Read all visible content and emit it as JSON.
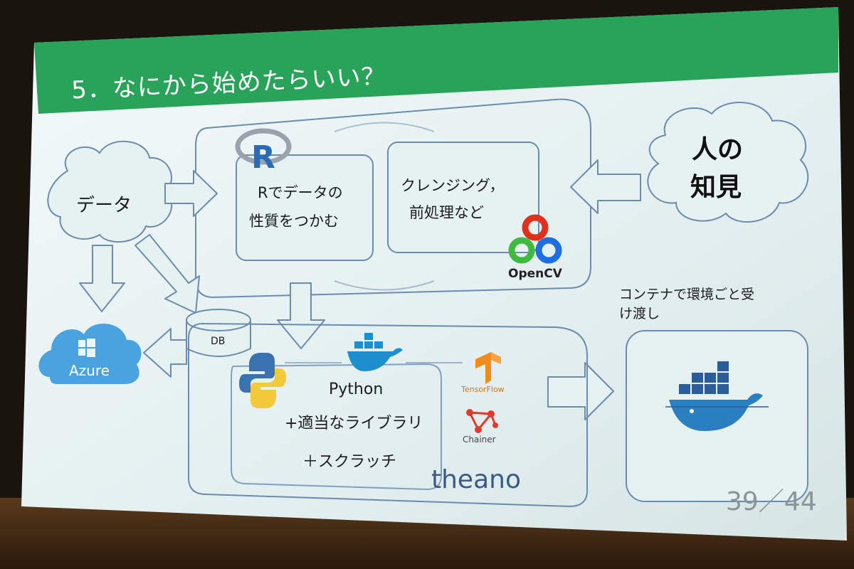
{
  "slide": {
    "title": "5．なにから始めたらいい？",
    "page_number": "39／44"
  },
  "nodes": {
    "data_cloud": "データ",
    "knowledge_line1": "人の",
    "knowledge_line2": "知見",
    "r_box_line1": "Rでデータの",
    "r_box_line2": "性質をつかむ",
    "cleansing_line1": "クレンジング，",
    "cleansing_line2": "前処理など",
    "db": "DB",
    "azure": "Azure",
    "python_line1": "Python",
    "python_line2": "+適当なライブラリ",
    "python_line3": "＋スクラッチ",
    "container_label_line1": "コンテナで環境ごと受",
    "container_label_line2": "け渡し"
  },
  "logos": {
    "r": "R",
    "opencv": "OpenCV",
    "tensorflow": "TensorFlow",
    "chainer": "Chainer",
    "theano": "theano"
  },
  "colors": {
    "header_green": "#2aa35a",
    "slide_bg": "#e6f1f2",
    "line_blue": "#6c8bb0",
    "azure_blue": "#4aa3df",
    "opencv_red": "#e0301e",
    "opencv_green": "#3fba3f",
    "opencv_blue": "#1e6fe0",
    "docker_blue": "#1d8fcf",
    "tf_orange": "#f28b1d",
    "chainer_red": "#e03a2c"
  }
}
